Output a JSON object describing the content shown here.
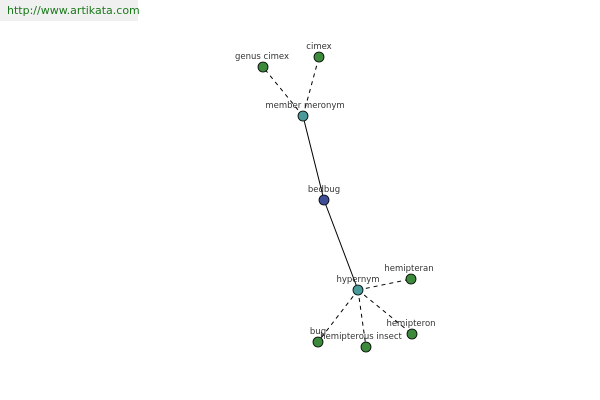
{
  "source_url": "http://www.artikata.com",
  "colors": {
    "focus_node": "#3f4f97",
    "relation_node": "#4a9a9a",
    "leaf_node": "#3d8a3d",
    "url_text": "#1a7a1a",
    "url_background": "#f0f0f0"
  },
  "graph": {
    "focus": "bedbug",
    "relations": [
      {
        "label": "member meronym",
        "terms": [
          "genus cimex",
          "cimex"
        ]
      },
      {
        "label": "hypernym",
        "terms": [
          "hemipteran",
          "hemipteron",
          "hemipterous insect",
          "bug"
        ]
      }
    ]
  }
}
